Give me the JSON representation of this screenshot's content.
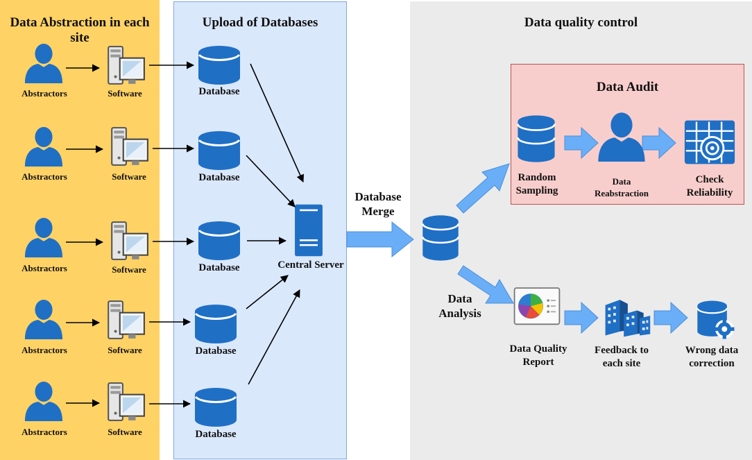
{
  "sites": {
    "title": "Data Abstraction in each site",
    "rows": [
      {
        "person": "Abstractors",
        "software": "Software"
      },
      {
        "person": "Abstractors",
        "software": "Software"
      },
      {
        "person": "Abstractors",
        "software": "Software"
      },
      {
        "person": "Abstractors",
        "software": "Software"
      },
      {
        "person": "Abstractors",
        "software": "Software"
      }
    ]
  },
  "upload": {
    "title": "Upload of Databases",
    "databases": [
      "Database",
      "Database",
      "Database",
      "Database",
      "Database"
    ],
    "central_server": "Central Server"
  },
  "merge": {
    "label_line1": "Database",
    "label_line2": "Merge"
  },
  "quality": {
    "title": "Data quality control",
    "audit": {
      "title": "Data Audit",
      "random_sampling_1": "Random",
      "random_sampling_2": "Sampling",
      "reabstraction_1": "Data",
      "reabstraction_2": "Reabstraction",
      "check_1": "Check",
      "check_2": "Reliability"
    },
    "analysis": {
      "label_1": "Data",
      "label_2": "Analysis",
      "report_1": "Data Quality",
      "report_2": "Report",
      "feedback_1": "Feedback to",
      "feedback_2": "each site",
      "correction_1": "Wrong data",
      "correction_2": "correction"
    }
  },
  "colors": {
    "sites_bg": "#ffd265",
    "upload_bg": "#dae8fc",
    "quality_bg": "#ebebeb",
    "audit_bg": "#f8cecc",
    "icon_blue": "#1f6fc5",
    "arrow_fill": "#6aaef7"
  }
}
